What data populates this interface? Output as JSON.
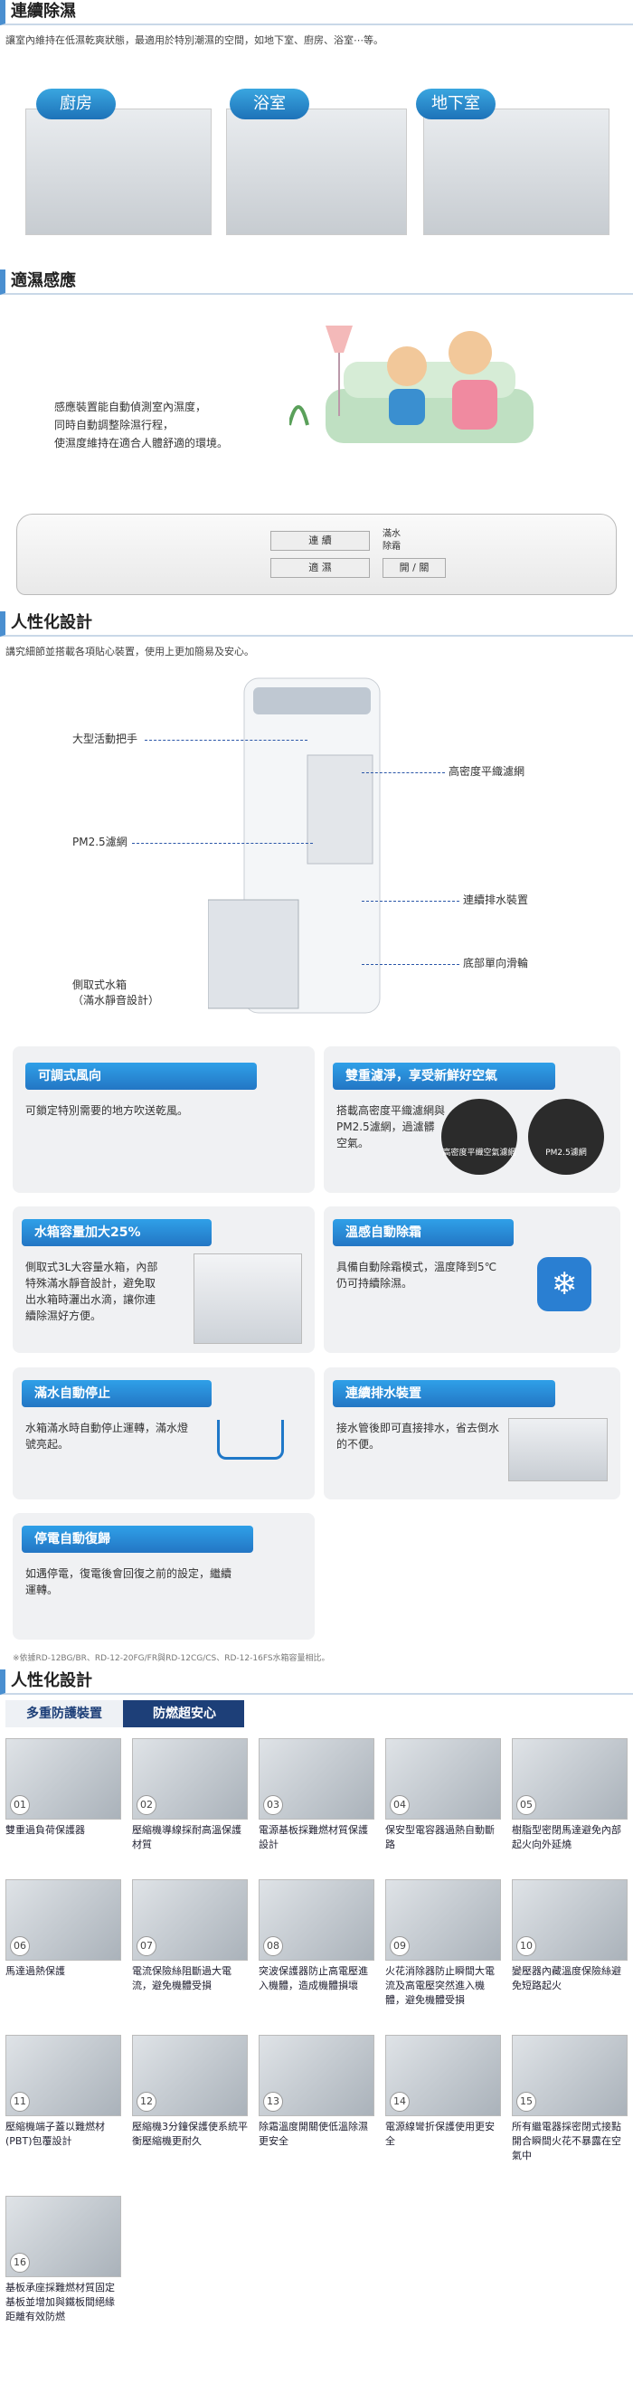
{
  "sec1": {
    "title": "連續除濕",
    "intro": "讓室內維持在低濕乾爽狀態，最適用於特別潮濕的空間，如地下室、廚房、浴室⋯等。",
    "tags": [
      "廚房",
      "浴室",
      "地下室"
    ]
  },
  "sec2": {
    "title": "適濕感應",
    "desc": [
      "感應裝置能自動偵測室內濕度，",
      "同時自動調整除濕行程，",
      "使濕度維持在適合人體舒適的環境。"
    ],
    "panel": {
      "btn1": "連 續",
      "btn2": "適 濕",
      "opt1": "滿水",
      "opt2": "除霜",
      "toggle": "開 / 關"
    }
  },
  "sec3": {
    "title": "人性化設計",
    "intro": "講究細節並搭載各項貼心裝置，使用上更加簡易及安心。",
    "callouts": [
      "大型活動把手",
      "PM2.5濾網",
      "側取式水箱",
      "（滿水靜音設計）",
      "高密度平織濾網",
      "連續排水裝置",
      "底部單向滑輪"
    ]
  },
  "features": [
    {
      "title": "可調式風向",
      "text": "可鎖定特別需要的地方吹送乾風。"
    },
    {
      "title": "雙重濾淨，享受新鮮好空氣",
      "text": "搭載高密度平織濾網與PM2.5濾網，過濾髒空氣。",
      "badge1": "高密度平織空氣濾網",
      "badge2": "PM2.5濾網"
    },
    {
      "title": "水箱容量加大25%",
      "text": "側取式3L大容量水箱，內部特殊滿水靜音設計，避免取出水箱時灑出水滴，讓你連續除濕好方便。"
    },
    {
      "title": "溫感自動除霜",
      "text": "具備自動除霜模式，溫度降到5℃仍可持續除濕。"
    },
    {
      "title": "滿水自動停止",
      "text": "水箱滿水時自動停止運轉，滿水燈號亮起。"
    },
    {
      "title": "連續排水裝置",
      "text": "接水管後即可直接排水，省去倒水的不便。"
    },
    {
      "title": "停電自動復歸",
      "text": "如遇停電，復電後會回復之前的設定，繼續運轉。"
    }
  ],
  "footnote": "※依據RD-12BG/BR、RD-12-20FG/FR與RD-12CG/CS、RD-12-16FS水箱容量相比。",
  "sec4": {
    "title": "人性化設計",
    "tab1": "多重防護裝置",
    "tab2": "防燃超安心"
  },
  "grid": [
    {
      "n": "01",
      "cap": "雙重過負荷保護器"
    },
    {
      "n": "02",
      "cap": "壓縮機導線採耐高溫保護材質"
    },
    {
      "n": "03",
      "cap": "電源基板採難燃材質保護設計"
    },
    {
      "n": "04",
      "cap": "保安型電容器過熱自動斷路"
    },
    {
      "n": "05",
      "cap": "樹脂型密閉馬達避免內部起火向外延燒"
    },
    {
      "n": "06",
      "cap": "馬達過熱保護"
    },
    {
      "n": "07",
      "cap": "電流保險絲阻斷過大電流，避免機體受損"
    },
    {
      "n": "08",
      "cap": "突波保護器防止高電壓進入機體，造成機體損壞"
    },
    {
      "n": "09",
      "cap": "火花消除器防止瞬間大電流及高電壓突然進入機體，避免機體受損"
    },
    {
      "n": "10",
      "cap": "變壓器內藏溫度保險絲避免短路起火"
    },
    {
      "n": "11",
      "cap": "壓縮機端子蓋以難燃材(PBT)包覆設計"
    },
    {
      "n": "12",
      "cap": "壓縮機3分鐘保護使系統平衡壓縮機更耐久"
    },
    {
      "n": "13",
      "cap": "除霜溫度開關使低溫除濕更安全"
    },
    {
      "n": "14",
      "cap": "電源線彎折保護使用更安全"
    },
    {
      "n": "15",
      "cap": "所有繼電器採密閉式接點開合瞬間火花不暴露在空氣中"
    },
    {
      "n": "16",
      "cap": "基板承座採難燃材質固定基板並增加與鐵板間絕緣距離有效防燃"
    }
  ]
}
